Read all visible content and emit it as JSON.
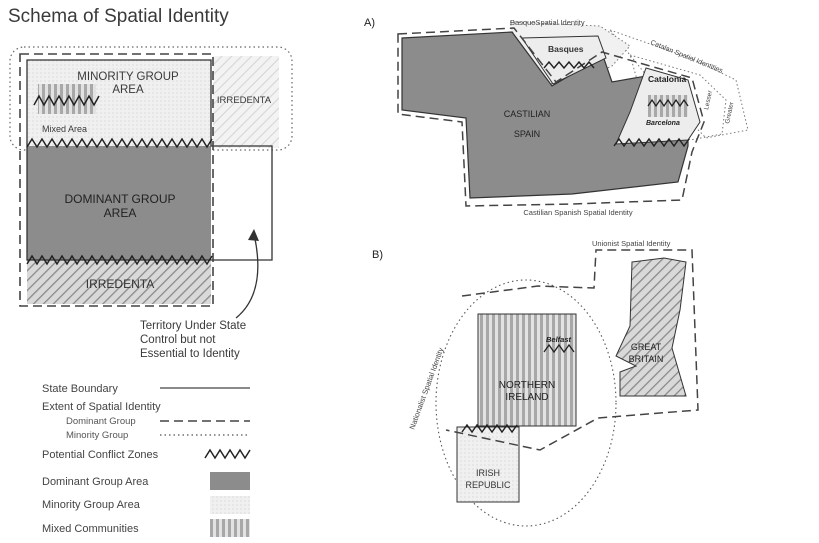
{
  "schema": {
    "title": "Schema of Spatial Identity",
    "minority_label_1": "MINORITY GROUP",
    "minority_label_2": "AREA",
    "irredenta_top": "IRREDENTA",
    "mixed_area": "Mixed Area",
    "dominant_label_1": "DOMINANT GROUP",
    "dominant_label_2": "AREA",
    "irredenta_bottom": "IRREDENTA",
    "territory_1": "Territory Under State",
    "territory_2": "Control but  not",
    "territory_3": "Essential to Identity"
  },
  "legend": {
    "state_boundary": "State Boundary",
    "extent": "Extent of Spatial Identity",
    "dominant_group": "Dominant Group",
    "minority_group": "Minority Group",
    "conflict_zones": "Potential Conflict Zones",
    "dominant_area": "Dominant Group Area",
    "minority_area": "Minority Group Area",
    "mixed": "Mixed Communities"
  },
  "spain": {
    "panel": "A)",
    "basque_identity": "BasqueSpatial Identity",
    "basques": "Basques",
    "catalan_identities": "Catalan Spatial Identities",
    "catalonia": "Catalonia",
    "barcelona": "Barcelona",
    "lesser": "Lesser",
    "greater": "Greater",
    "castilian_1": "CASTILIAN",
    "castilian_2": "SPAIN",
    "castilian_identity": "Castilian Spanish Spatial Identity"
  },
  "ireland": {
    "panel": "B)",
    "unionist_identity": "Unionist Spatial Identity",
    "nationalist_identity": "Nationalist Spatial Identity",
    "belfast": "Belfast",
    "ni_1": "NORTHERN",
    "ni_2": "IRELAND",
    "gb_1": "GREAT",
    "gb_2": "BRITAIN",
    "ir_1": "IRISH",
    "ir_2": "REPUBLIC"
  },
  "colors": {
    "dominant_fill": "#8c8c8c",
    "minority_fill": "#ececec",
    "line": "#333333"
  }
}
